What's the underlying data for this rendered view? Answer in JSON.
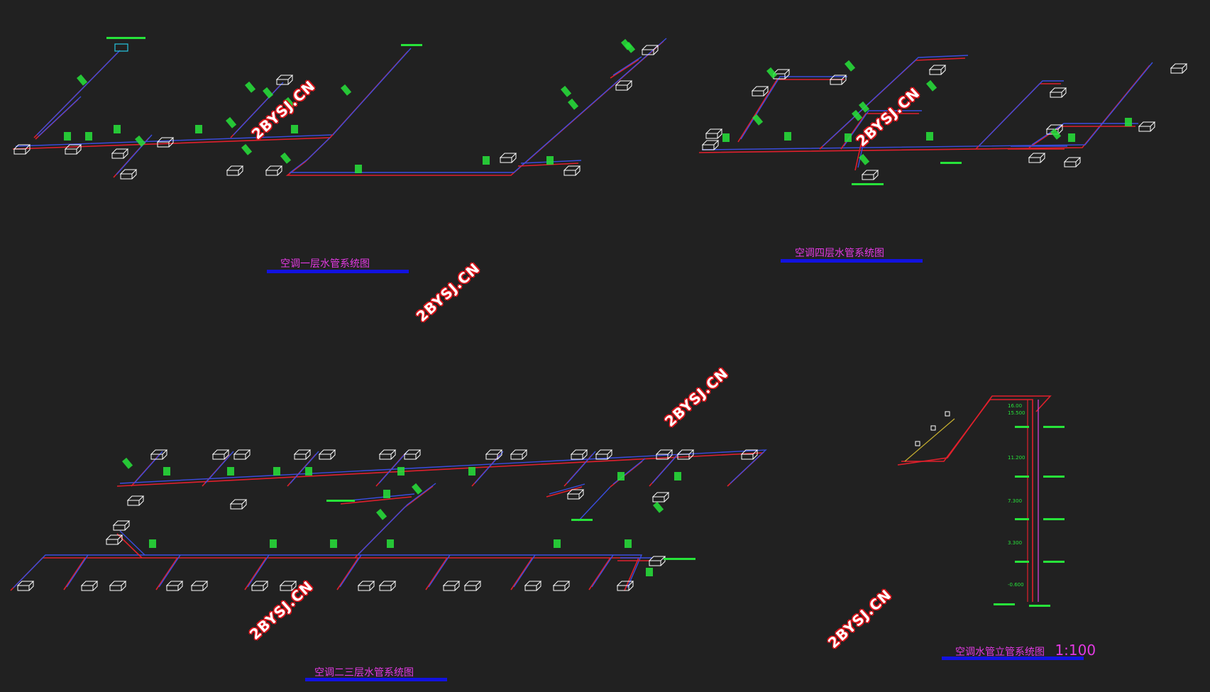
{
  "drawing": {
    "background": "#212121",
    "colors": {
      "supply_pipe": "#e0202c",
      "return_pipe": "#3a4de0",
      "label": "#27e33a",
      "unit": "#ffffff",
      "title": "#e23ae2",
      "title_underline": "#1212e0",
      "watermark": "#ffffff"
    },
    "titles": {
      "floor1": "空调一层水管系统图",
      "floor4": "空调四层水管系统图",
      "floor23": "空调二三层水管系统图",
      "riser": "空调水管立管系统图",
      "riser_scale": "1:100"
    },
    "watermark": "2BYSJ.CN",
    "riser_levels": [
      "16.00",
      "15.500",
      "11.200",
      "7.300",
      "3.300",
      "-0.600"
    ]
  }
}
